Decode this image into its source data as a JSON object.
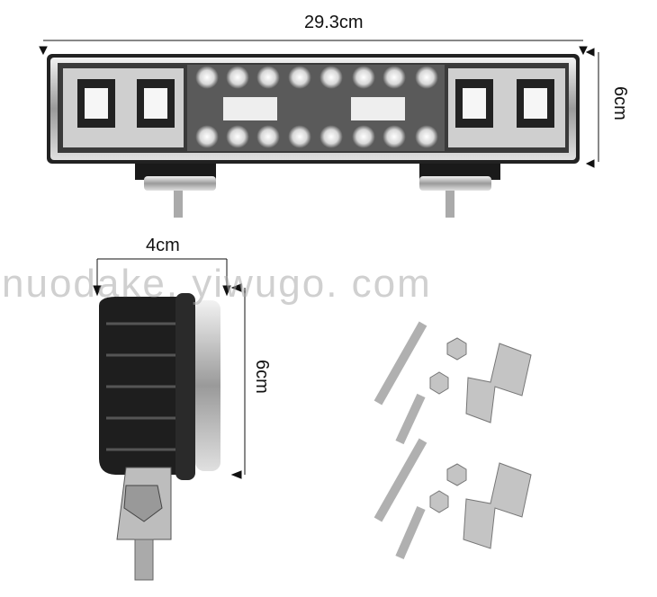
{
  "dimensions": {
    "bar_length": "29.3cm",
    "bar_height": "6cm",
    "side_depth": "4cm",
    "side_height": "6cm"
  },
  "watermark": "nuodake. yiwugo. com",
  "colors": {
    "housing": "#1a1a1a",
    "chrome": "#c8c8c8",
    "led": "#f4f4f4"
  }
}
